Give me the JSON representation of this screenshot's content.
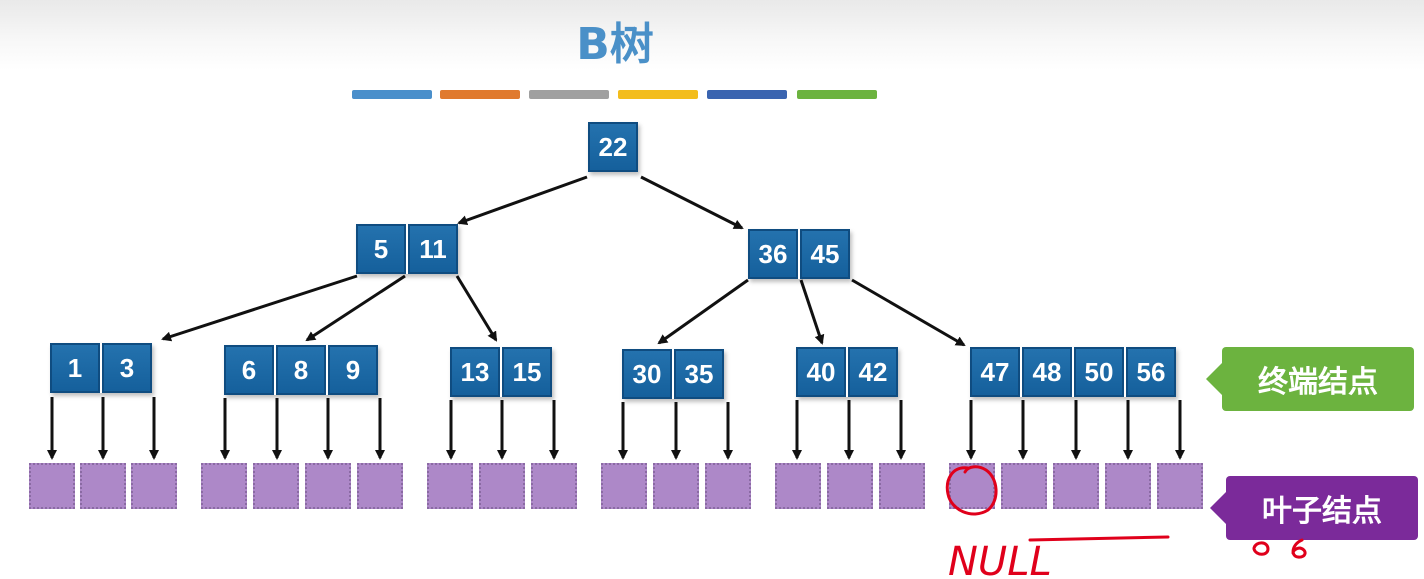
{
  "title": "B树",
  "color_bar": [
    "#4a8fcb",
    "#e07a2e",
    "#a0a0a0",
    "#f3bd1c",
    "#3a64b0",
    "#6cb33f"
  ],
  "nodes": {
    "root": [
      "22"
    ],
    "left": [
      "5",
      "11"
    ],
    "right": [
      "36",
      "45"
    ],
    "t1": [
      "1",
      "3"
    ],
    "t2": [
      "6",
      "8",
      "9"
    ],
    "t3": [
      "13",
      "15"
    ],
    "t4": [
      "30",
      "35"
    ],
    "t5": [
      "40",
      "42"
    ],
    "t6": [
      "47",
      "48",
      "50",
      "56"
    ]
  },
  "labels": {
    "terminal_node": "终端结点",
    "leaf_node": "叶子结点"
  },
  "annotation": {
    "null_text": "NULL",
    "side_text": "o 6"
  },
  "colors": {
    "node_blue": "#1c69a8",
    "leaf_purple": "#ad88c8",
    "terminal_green": "#6cb33f",
    "leaf_label_purple": "#7b2a9a",
    "annotation_red": "#e0001b"
  }
}
